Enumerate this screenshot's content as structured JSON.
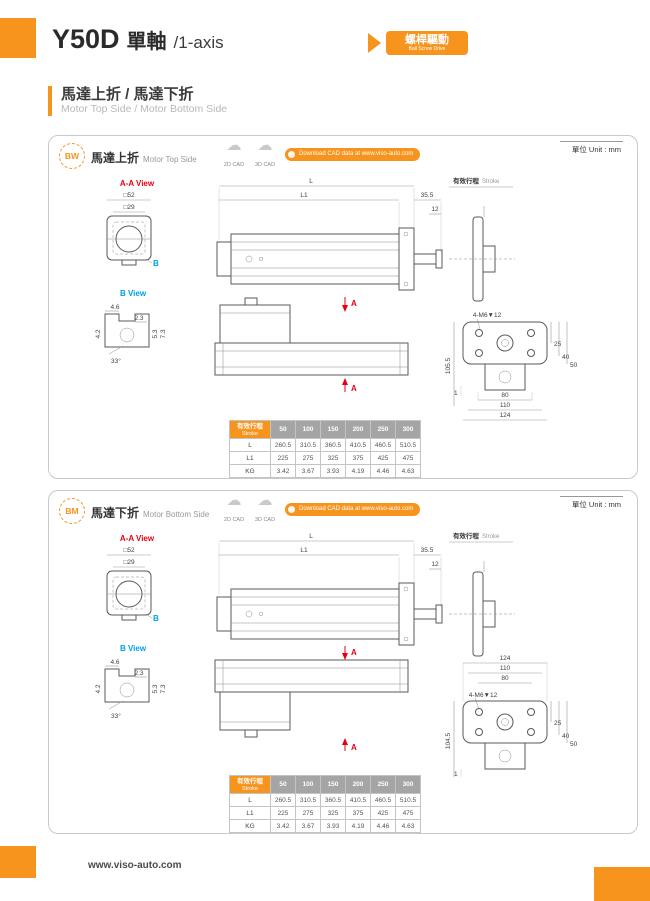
{
  "colors": {
    "orange": "#F7941E",
    "red": "#E60012",
    "blue": "#00A0E9"
  },
  "header": {
    "model": "Y50D",
    "axis_zh": "單軸",
    "axis_en": "/1-axis",
    "badge_zh": "螺桿驅動",
    "badge_en": "Ball Screw Drive"
  },
  "section": {
    "title": "馬達上折 / 馬達下折",
    "subtitle": "Motor Top Side / Motor Bottom Side"
  },
  "footer": {
    "url": "www.viso-auto.com"
  },
  "panels": [
    {
      "code": "BW",
      "title_zh": "馬達上折",
      "title_en": "Motor Top Side",
      "unit": "單位 Unit : mm",
      "cad_2d": "2D CAD",
      "cad_3d": "3D CAD",
      "download": "Download CAD data at www.viso-auto.com",
      "views": {
        "aa": "A-A View",
        "b": "B View"
      },
      "dims": {
        "sq52": "□52",
        "sq29": "□29",
        "b_mark": "B",
        "b1": "4.6",
        "b2": "2.3",
        "b3": "4.2",
        "b4": "5.3",
        "b5": "7.3",
        "b6": "33°",
        "L": "L",
        "L1": "L1",
        "d355": "35.5",
        "d12": "12",
        "stroke_zh": "有效行程",
        "stroke_en": "Stroke",
        "sectionA": "A",
        "holes": "4-M6▼12",
        "height": "105.5",
        "d50": "50",
        "d40": "40",
        "d25": "25",
        "d1": "1",
        "w80": "80",
        "w110": "110",
        "w124": "124"
      },
      "table": {
        "header_zh": "有效行程",
        "header_en": "Stroke",
        "cols": [
          "50",
          "100",
          "150",
          "200",
          "250",
          "300"
        ],
        "rows": [
          {
            "label": "L",
            "values": [
              "260.5",
              "310.5",
              "360.5",
              "410.5",
              "460.5",
              "510.5"
            ]
          },
          {
            "label": "L1",
            "values": [
              "225",
              "275",
              "325",
              "375",
              "425",
              "475"
            ]
          },
          {
            "label": "KG",
            "values": [
              "3.42",
              "3.67",
              "3.93",
              "4.19",
              "4.46",
              "4.63"
            ]
          }
        ]
      }
    },
    {
      "code": "BM",
      "title_zh": "馬達下折",
      "title_en": "Motor Bottom Side",
      "unit": "單位 Unit : mm",
      "cad_2d": "2D CAD",
      "cad_3d": "3D CAD",
      "download": "Download CAD data at www.viso-auto.com",
      "views": {
        "aa": "A-A View",
        "b": "B View"
      },
      "dims": {
        "sq52": "□52",
        "sq29": "□29",
        "b_mark": "B",
        "b1": "4.6",
        "b2": "2.3",
        "b3": "4.2",
        "b4": "5.3",
        "b5": "7.3",
        "b6": "33°",
        "L": "L",
        "L1": "L1",
        "d355": "35.5",
        "d12": "12",
        "stroke_zh": "有效行程",
        "stroke_en": "Stroke",
        "sectionA": "A",
        "holes": "4-M6▼12",
        "height": "104.5",
        "d50": "50",
        "d40": "40",
        "d25": "25",
        "d1": "1",
        "w80": "80",
        "w110": "110",
        "w124": "124"
      },
      "table": {
        "header_zh": "有效行程",
        "header_en": "Stroke",
        "cols": [
          "50",
          "100",
          "150",
          "200",
          "250",
          "300"
        ],
        "rows": [
          {
            "label": "L",
            "values": [
              "260.5",
              "310.5",
              "360.5",
              "410.5",
              "460.5",
              "510.5"
            ]
          },
          {
            "label": "L1",
            "values": [
              "225",
              "275",
              "325",
              "375",
              "425",
              "475"
            ]
          },
          {
            "label": "KG",
            "values": [
              "3.42",
              "3.67",
              "3.93",
              "4.19",
              "4.46",
              "4.63"
            ]
          }
        ]
      }
    }
  ]
}
